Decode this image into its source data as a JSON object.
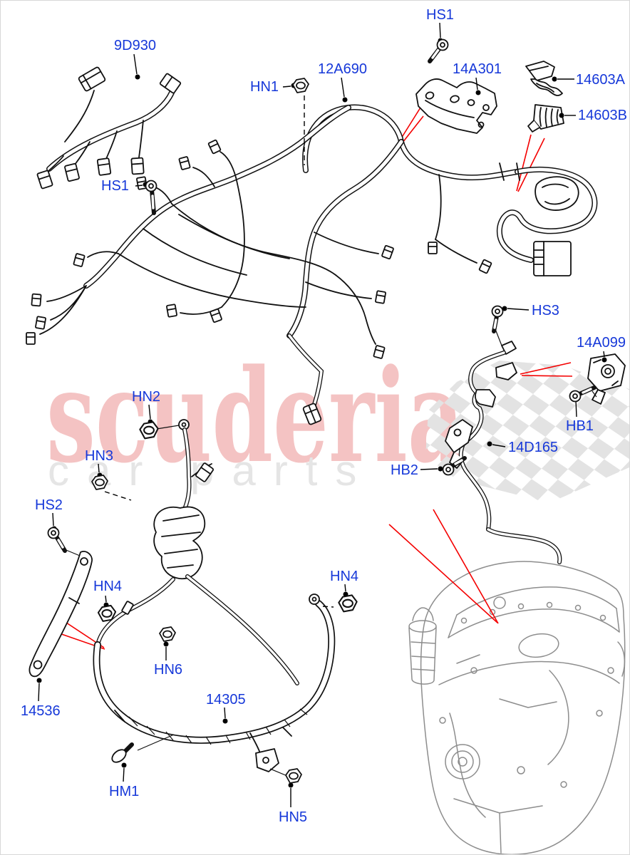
{
  "page": {
    "title": "Engine wiring harness parts diagram",
    "background": "#ffffff"
  },
  "watermark": {
    "brand": "scuderia",
    "subtitle": "car parts",
    "brand_color": "#f4c3c3",
    "subtitle_color": "#e5e5e5",
    "flag_color": "#e3e3e3"
  },
  "style": {
    "label_color": "#1638d9",
    "callout_color": "#f40000",
    "line_color": "#111111",
    "engine_line_color": "#8d8d8d"
  },
  "labels": [
    {
      "id": "9D930",
      "text": "9D930"
    },
    {
      "id": "HS1-top",
      "text": "HS1"
    },
    {
      "id": "HN1",
      "text": "HN1"
    },
    {
      "id": "12A690",
      "text": "12A690"
    },
    {
      "id": "14A301",
      "text": "14A301"
    },
    {
      "id": "14603A",
      "text": "14603A"
    },
    {
      "id": "14603B",
      "text": "14603B"
    },
    {
      "id": "HS1-left",
      "text": "HS1"
    },
    {
      "id": "HS3",
      "text": "HS3"
    },
    {
      "id": "14A099",
      "text": "14A099"
    },
    {
      "id": "HB1",
      "text": "HB1"
    },
    {
      "id": "14D165",
      "text": "14D165"
    },
    {
      "id": "HB2",
      "text": "HB2"
    },
    {
      "id": "HN2",
      "text": "HN2"
    },
    {
      "id": "HN3",
      "text": "HN3"
    },
    {
      "id": "HS2",
      "text": "HS2"
    },
    {
      "id": "HN4-left",
      "text": "HN4"
    },
    {
      "id": "HN6",
      "text": "HN6"
    },
    {
      "id": "HN4-right",
      "text": "HN4"
    },
    {
      "id": "14536",
      "text": "14536"
    },
    {
      "id": "14305",
      "text": "14305"
    },
    {
      "id": "HM1",
      "text": "HM1"
    },
    {
      "id": "HN5",
      "text": "HN5"
    }
  ]
}
